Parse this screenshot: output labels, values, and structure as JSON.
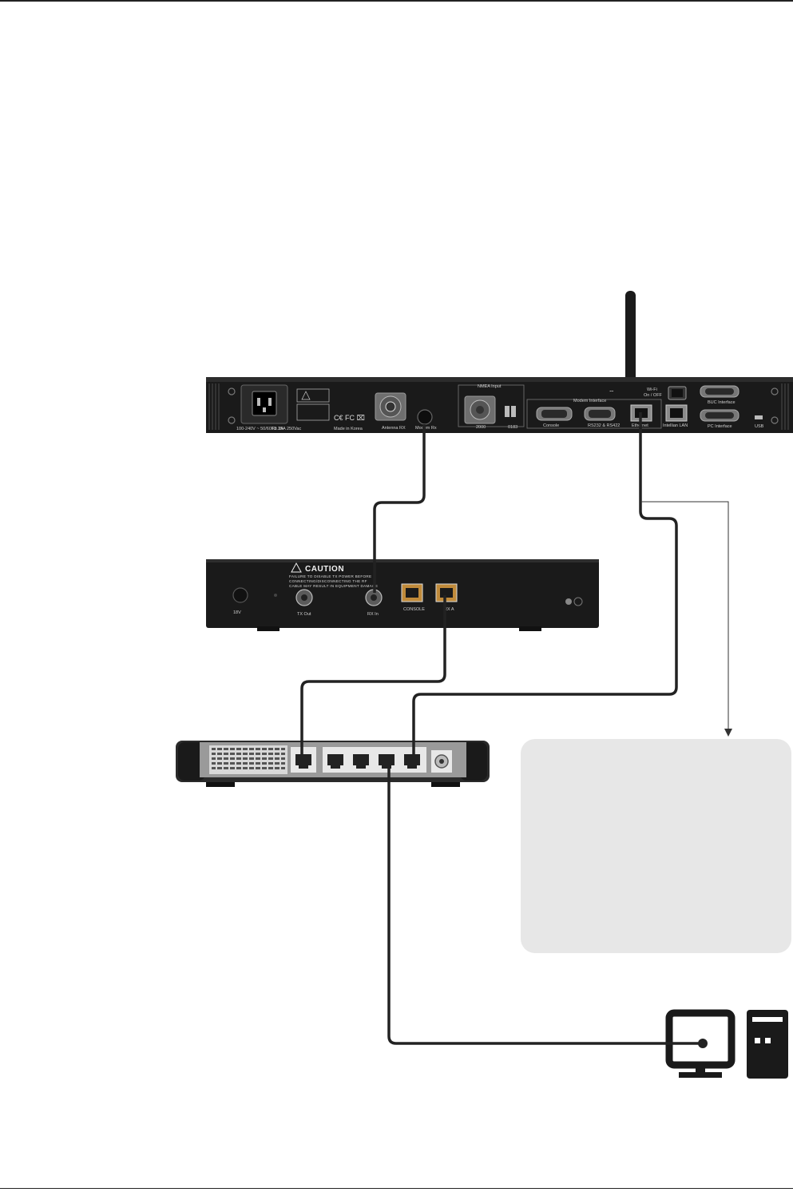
{
  "rack_unit": {
    "labels": {
      "antenna_rx": "Antenna RX",
      "modem_rx": "Modem Rx",
      "nmea_input": "NMEA Input",
      "nmea_2000": "2000",
      "nmea_0183": "0183",
      "modem_interface": "Modem Interface",
      "console": "Console",
      "rs232_rs422": "RS232 & RS422",
      "ethernet": "Ethernet",
      "intellian_lan": "Intellian LAN",
      "wifi": "Wi-Fi",
      "wifi_toggle": "On / OFF",
      "buc_interface": "BUC Interface",
      "pc_interface": "PC Interface",
      "usb": "USB",
      "made_in": "Made in Korea",
      "power_rating": "100-240V ~ 50/60Hz 3A",
      "fuse": "T3.15A 250Vac"
    }
  },
  "modem": {
    "caution_title": "CAUTION",
    "caution_lines": [
      "FAILURE TO DISABLE TX POWER BEFORE",
      "CONNECTING/DISCONNECTING THE RF",
      "CABLE MAY RESULT IN EQUIPMENT DAMAGE"
    ],
    "port_labels": {
      "power": "18V",
      "tx_out": "TX Out",
      "rx_in": "RX In",
      "console": "CONSOLE",
      "lan": "RX A"
    }
  },
  "colors": {
    "cable": "#222222",
    "device_body": "#1c1c1c",
    "infobox": "#e7e7e7",
    "arrow": "#333333"
  },
  "icons": {
    "antenna": "wifi-antenna-icon",
    "computer": "desktop-computer-icon"
  }
}
